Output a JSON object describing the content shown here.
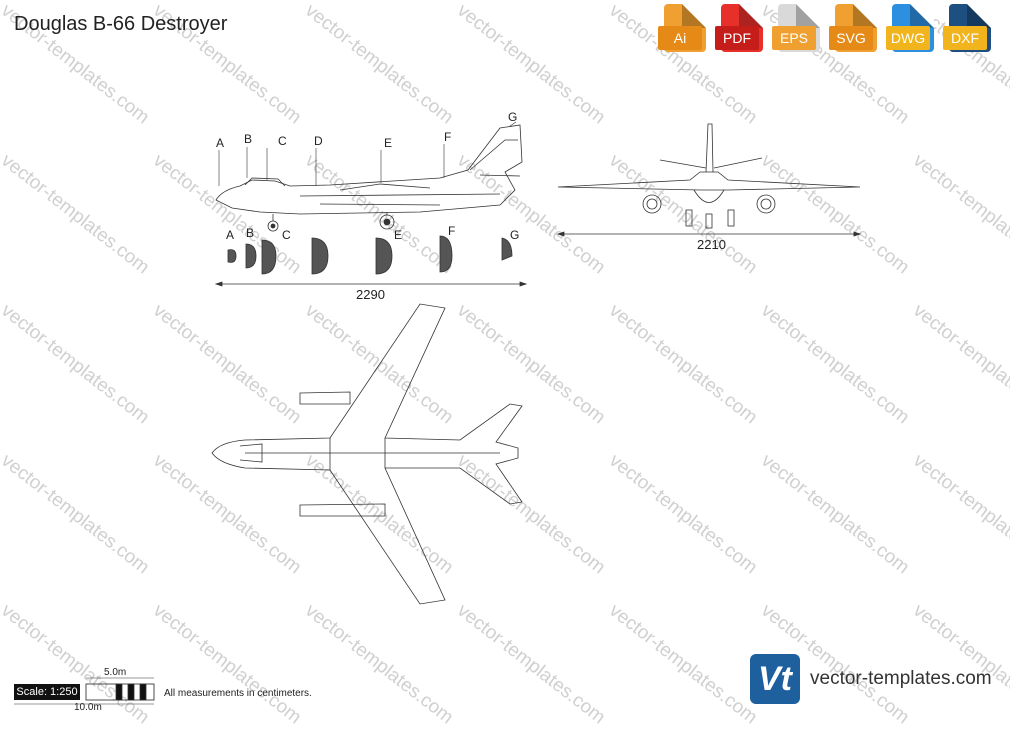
{
  "title": "Douglas B-66 Destroyer",
  "formats": [
    {
      "label": "Ai",
      "color": "#f0a030",
      "band": "#e68a17"
    },
    {
      "label": "PDF",
      "color": "#e8302a",
      "band": "#c51e1a"
    },
    {
      "label": "EPS",
      "color": "#d9d9d9",
      "band": "#f0a030"
    },
    {
      "label": "SVG",
      "color": "#f0a030",
      "band": "#e68a17"
    },
    {
      "label": "DWG",
      "color": "#2d8fe0",
      "band": "#f2b41c"
    },
    {
      "label": "DXF",
      "color": "#1d4f80",
      "band": "#f2b41c"
    }
  ],
  "watermark": "vector-templates.com",
  "sections": [
    "A",
    "B",
    "C",
    "D",
    "E",
    "F",
    "G"
  ],
  "dimensions": {
    "side_length": "2290",
    "front_span": "2210"
  },
  "scale": {
    "label": "Scale: 1:250",
    "short": "5.0m",
    "long": "10.0m"
  },
  "note": "All measurements in centimeters.",
  "site": "vector-templates.com",
  "logo_text": "Vt"
}
